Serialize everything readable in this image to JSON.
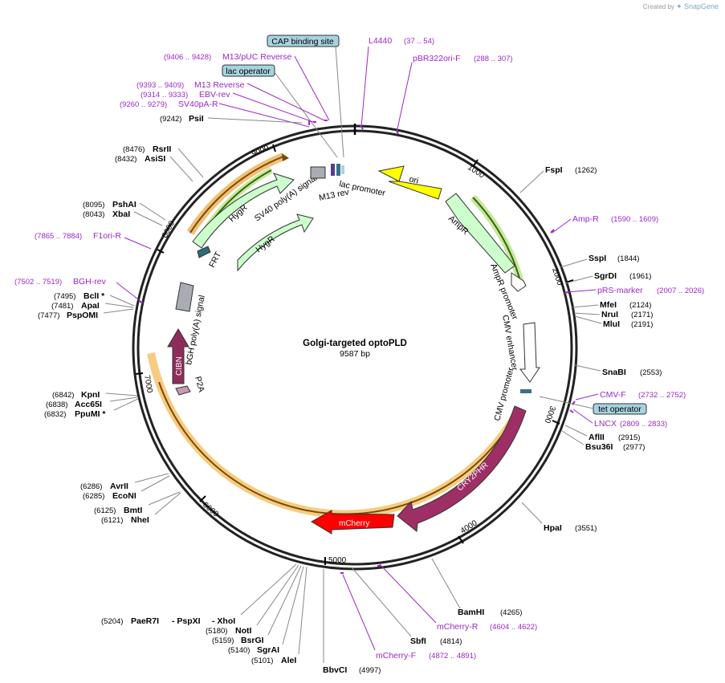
{
  "credit": {
    "prefix": "Created by",
    "brand": "SnapGene"
  },
  "plasmid": {
    "name": "Golgi-targeted optoPLD",
    "size": "9587 bp"
  },
  "ticks": [
    "1000",
    "2000",
    "3000",
    "4000",
    "5000",
    "6000",
    "7000",
    "8000",
    "9000"
  ],
  "enzymes": [
    {
      "name": "FspI",
      "pos": "(1262)"
    },
    {
      "name": "SspI",
      "pos": "(1844)"
    },
    {
      "name": "SgrDI",
      "pos": "(1961)"
    },
    {
      "name": "MfeI",
      "pos": "(2124)"
    },
    {
      "name": "NruI",
      "pos": "(2171)"
    },
    {
      "name": "MluI",
      "pos": "(2191)"
    },
    {
      "name": "SnaBI",
      "pos": "(2553)"
    },
    {
      "name": "AflII",
      "pos": "(2915)"
    },
    {
      "name": "Bsu36I",
      "pos": "(2977)"
    },
    {
      "name": "HpaI",
      "pos": "(3551)"
    },
    {
      "name": "BamHI",
      "pos": "(4265)"
    },
    {
      "name": "SbfI",
      "pos": "(4814)"
    },
    {
      "name": "BbvCI",
      "pos": "(4997)"
    },
    {
      "name": "AleI",
      "pos": "(5101)"
    },
    {
      "name": "SgrAI",
      "pos": "(5140)"
    },
    {
      "name": "BsrGI",
      "pos": "(5159)"
    },
    {
      "name": "NotI",
      "pos": "(5180)"
    },
    {
      "name": "PaeR7I",
      "pos": "(5204)"
    },
    {
      "name": "- PspXI",
      "pos": ""
    },
    {
      "name": "- XhoI",
      "pos": ""
    },
    {
      "name": "NheI",
      "pos": "(6121)"
    },
    {
      "name": "BmtI",
      "pos": "(6125)"
    },
    {
      "name": "EcoNI",
      "pos": "(6285)"
    },
    {
      "name": "AvrII",
      "pos": "(6286)"
    },
    {
      "name": "PpuMI *",
      "pos": "(6832)"
    },
    {
      "name": "Acc65I",
      "pos": "(6838)"
    },
    {
      "name": "KpnI",
      "pos": "(6842)"
    },
    {
      "name": "PspOMI",
      "pos": "(7477)"
    },
    {
      "name": "ApaI",
      "pos": "(7481)"
    },
    {
      "name": "BclI *",
      "pos": "(7495)"
    },
    {
      "name": "XbaI",
      "pos": "(8043)"
    },
    {
      "name": "PshAI",
      "pos": "(8095)"
    },
    {
      "name": "AsiSI",
      "pos": "(8432)"
    },
    {
      "name": "RsrII",
      "pos": "(8476)"
    },
    {
      "name": "PsiI",
      "pos": "(9242)"
    }
  ],
  "primers": [
    {
      "name": "L4440",
      "range": "(37 .. 54)"
    },
    {
      "name": "pBR322ori-F",
      "range": "(288 .. 307)"
    },
    {
      "name": "Amp-R",
      "range": "(1590 .. 1609)"
    },
    {
      "name": "pRS-marker",
      "range": "(2007 .. 2026)"
    },
    {
      "name": "CMV-F",
      "range": "(2732 .. 2752)"
    },
    {
      "name": "LNCX",
      "range": "(2809 .. 2833)"
    },
    {
      "name": "mCherry-R",
      "range": "(4604 .. 4622)"
    },
    {
      "name": "mCherry-F",
      "range": "(4872 .. 4891)"
    },
    {
      "name": "BGH-rev",
      "range": "(7502 .. 7519)"
    },
    {
      "name": "F1ori-R",
      "range": "(7865 .. 7884)"
    },
    {
      "name": "SV40pA-R",
      "range": "(9260 .. 9279)"
    },
    {
      "name": "EBV-rev",
      "range": "(9314 .. 9333)"
    },
    {
      "name": "M13 Reverse",
      "range": "(9393 .. 9409)"
    },
    {
      "name": "M13/pUC Reverse",
      "range": "(9406 .. 9428)"
    }
  ],
  "boxes": {
    "cap": "CAP binding site",
    "lac": "lac operator",
    "tet": "tet operator"
  },
  "features": {
    "ori": "ori",
    "ampr": "AmpR",
    "ampr_promoter": "AmpR promoter",
    "cmv_enhancer": "CMV enhancer",
    "cmv_promoter": "CMV promoter",
    "cry2phr": "CRY2PHR",
    "mcherry": "mCherry",
    "p2a": "P2A",
    "cibn": "CIBN",
    "bgh": "bGH poly(A) signal",
    "frt": "FRT",
    "hygr_outer": "HygR",
    "hygr_inner": "HygR",
    "sv40": "SV40 poly(A) signal",
    "m13rev": "M13 rev",
    "lacpromoter": "lac promoter"
  },
  "colors": {
    "primer": "#9b27c8",
    "box": "#a7d3e0",
    "ori": "#ffff00",
    "hygr": "#ccffcc",
    "cry2": "#9e2f65",
    "mcherry": "#ff0000",
    "cibn": "#8e2d5b"
  }
}
